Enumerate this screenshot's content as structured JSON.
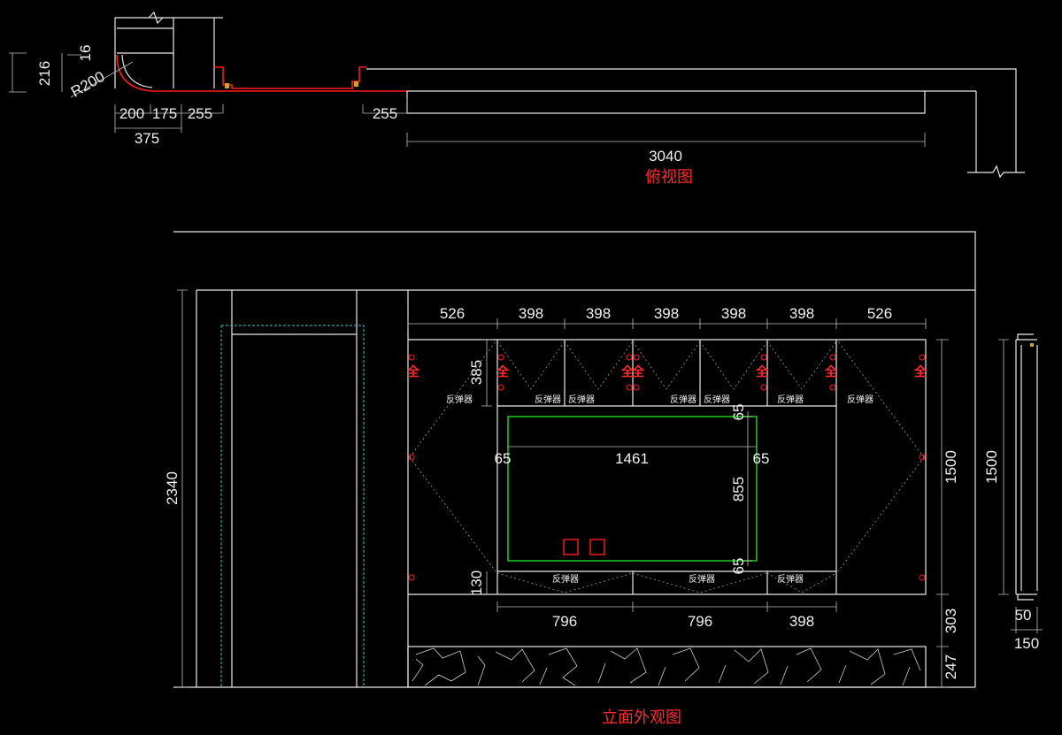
{
  "titles": {
    "top_view": "俯视图",
    "elevation": "立面外观图"
  },
  "top_view": {
    "dims": {
      "d216": "216",
      "d16": "16",
      "r200": "R200",
      "d200": "200",
      "d175": "175",
      "d255a": "255",
      "d375": "375",
      "d255b": "255",
      "d3040": "3040"
    }
  },
  "elevation": {
    "top_widths": [
      "526",
      "398",
      "398",
      "398",
      "398",
      "398",
      "526"
    ],
    "d385": "385",
    "d1500": "1500",
    "d303": "303",
    "d247": "247",
    "d2340": "2340",
    "d130": "130",
    "tv": {
      "left": "65",
      "width": "1461",
      "right": "65",
      "top": "65",
      "height": "855",
      "bottom": "65"
    },
    "bottom_widths": [
      "796",
      "796",
      "398"
    ],
    "rebound_label": "反弹器",
    "handle_glyph": "全"
  },
  "side_view": {
    "d1500": "1500",
    "d50": "50",
    "d150": "150"
  },
  "colors": {
    "background": "#000000",
    "line": "#e8e8e8",
    "accent_red": "#ff1a1a",
    "tv_green": "#19c219",
    "door_cyan": "#39c7c7"
  }
}
